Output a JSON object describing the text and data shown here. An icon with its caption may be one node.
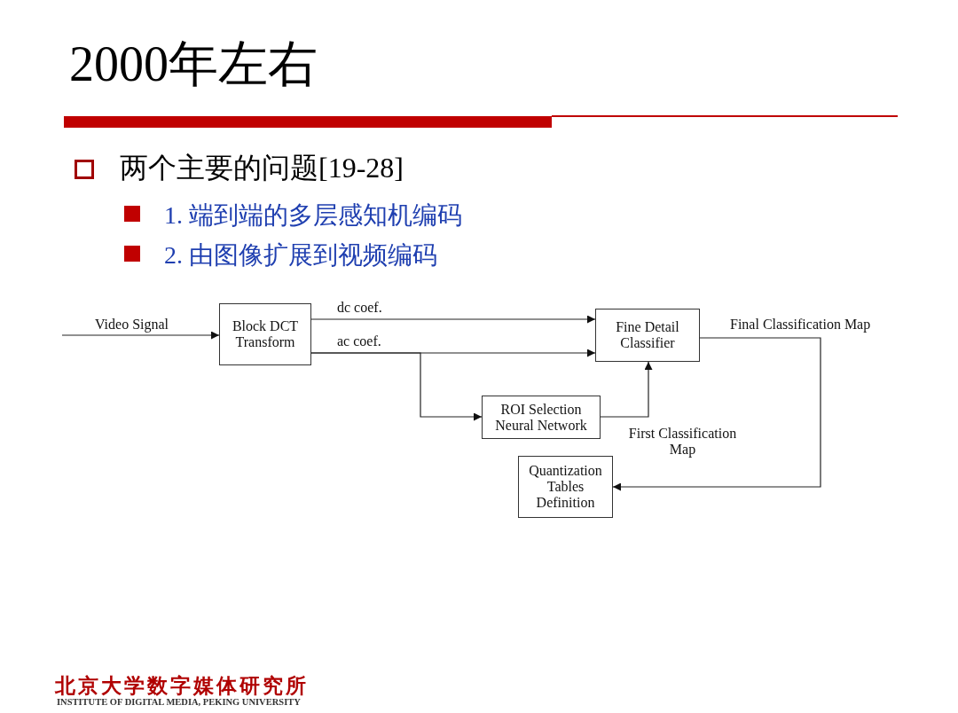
{
  "diagram": {
    "title": "2000年左右",
    "nodes": [
      {
        "text": [
          "Block DCT Transform"
        ]
      },
      {
        "text": [
          "Fine Detail Classifier"
        ]
      },
      {
        "text": [
          "ROI Selection Neural Network"
        ]
      },
      {
        "text": [
          "Quantization Tables Definition"
        ]
      }
    ],
    "edges": [
      {
        "from": null,
        "to": 0,
        "arrow": "to",
        "label": "Video Signal"
      },
      {
        "from": 0,
        "to": 1,
        "arrow": "to",
        "label": "dc coef."
      },
      {
        "from": 0,
        "to": 1,
        "arrow": "to",
        "label": "ac coef."
      },
      {
        "from": 0,
        "to": 2,
        "arrow": "to"
      },
      {
        "from": 2,
        "to": 1,
        "arrow": "to",
        "label": "First Classification Map"
      },
      {
        "from": 1,
        "to": 3,
        "arrow": "to",
        "label": "Final Classification Map"
      }
    ],
    "labels": [
      "两个主要的问题[19-28]",
      "1. 端到端的多层感知机编码",
      "2. 由图像扩展到视频编码",
      "北京大学数字媒体研究所",
      "INSTITUTE OF DIGITAL MEDIA, PEKING UNIVERSITY"
    ]
  }
}
